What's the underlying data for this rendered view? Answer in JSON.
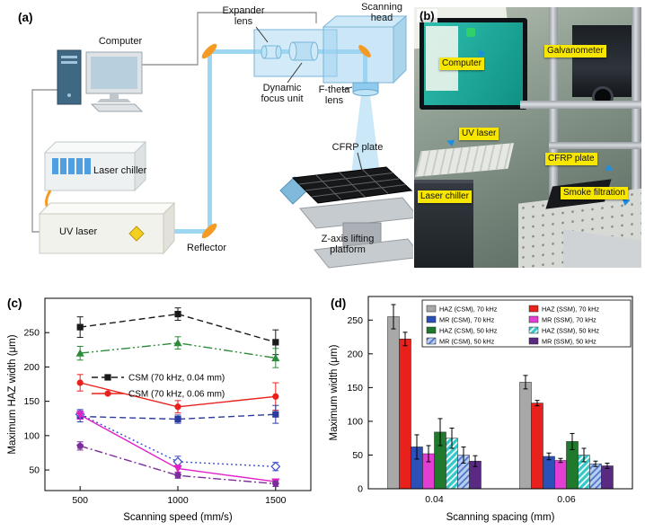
{
  "panels": {
    "a": {
      "tag": "(a)",
      "labels": {
        "computer": "Computer",
        "laser_chiller": "Laser chiller",
        "uv_laser": "UV laser",
        "reflector": "Reflector",
        "expander_lens": "Expander lens",
        "dynamic_focus_unit": "Dynamic focus unit",
        "scanning_head": "Scanning head",
        "f_theta_lens": "F-theta lens",
        "cfrp_plate": "CFRP plate",
        "z_axis_lifting_platform": "Z-axis lifting platform"
      }
    },
    "b": {
      "tag": "(b)",
      "labels": {
        "computer": "Computer",
        "galvanometer": "Galvanometer",
        "uv_laser": "UV laser",
        "cfrp_plate": "CFRP plate",
        "laser_chiller": "Laser chiller",
        "smoke_filtration": "Smoke filtration"
      }
    },
    "c": {
      "tag": "(c)"
    },
    "d": {
      "tag": "(d)"
    }
  },
  "colors": {
    "photo_label_bg": "#f7e600",
    "beam_blue": "#9ed7f2",
    "mirror_orange": "#f59a23"
  },
  "chart_data": [
    {
      "type": "line",
      "panel": "c",
      "title": "",
      "xlabel": "Scanning speed (mm/s)",
      "ylabel": "Maximum HAZ width (μm)",
      "x": [
        500,
        1000,
        1500
      ],
      "xlim": [
        320,
        1680
      ],
      "ylim": [
        20,
        300
      ],
      "yticks": [
        50,
        100,
        150,
        200,
        250
      ],
      "legend_position": "center-left-inside",
      "grid": false,
      "series": [
        {
          "label": "CSM (70 kHz, 0.04 mm)",
          "color": "#1a1a1a",
          "dash": "7 4",
          "marker": "square",
          "values": [
            258,
            277,
            236
          ],
          "errors": [
            15,
            9,
            18
          ]
        },
        {
          "label": "CSM (70 kHz, 0.06 mm)",
          "color": "#e8211d",
          "dash": "",
          "marker": "circle",
          "values": [
            177,
            142,
            157
          ],
          "errors": [
            12,
            9,
            20
          ]
        },
        {
          "color": "#2e8b3a",
          "dash": "10 3 2 3 2 3",
          "marker": "triangle-up",
          "values": [
            220,
            235,
            213
          ],
          "errors": [
            10,
            9,
            14
          ]
        },
        {
          "color": "#2b3a9e",
          "dash": "7 4",
          "marker": "square",
          "values": [
            128,
            124,
            131
          ],
          "errors": [
            8,
            6,
            13
          ]
        },
        {
          "color": "#3b4ecc",
          "dash": "2 3",
          "marker": "diamond",
          "values": [
            131,
            62,
            55
          ],
          "errors": [
            7,
            8,
            6
          ]
        },
        {
          "color": "#e121c8",
          "dash": "",
          "marker": "triangle-down",
          "values": [
            130,
            52,
            33
          ],
          "errors": [
            6,
            5,
            4
          ]
        },
        {
          "color": "#7c2d9c",
          "dash": "9 3 2 3",
          "marker": "pentagon",
          "values": [
            85,
            42,
            30
          ],
          "errors": [
            6,
            4,
            4
          ]
        }
      ]
    },
    {
      "type": "bar",
      "panel": "d",
      "title": "",
      "xlabel": "Scanning spacing (mm)",
      "ylabel": "Maximum width (μm)",
      "categories": [
        "0.04",
        "0.06"
      ],
      "ylim": [
        0,
        285
      ],
      "yticks": [
        0,
        50,
        100,
        150,
        200,
        250
      ],
      "legend_position": "top-right-inside",
      "grid": false,
      "series": [
        {
          "label": "HAZ (CSM), 70 kHz",
          "color": "#a8a8a8",
          "values": [
            255,
            158
          ],
          "errors": [
            18,
            10
          ]
        },
        {
          "label": "HAZ (SSM), 70 kHz",
          "color": "#e8211d",
          "values": [
            222,
            127
          ],
          "errors": [
            10,
            4
          ]
        },
        {
          "label": "MR (CSM), 70 kHz",
          "color": "#2b50b8",
          "values": [
            62,
            48
          ],
          "errors": [
            18,
            5
          ]
        },
        {
          "label": "MR (SSM), 70 kHz",
          "color": "#e23ed2",
          "values": [
            52,
            42
          ],
          "errors": [
            12,
            3
          ]
        },
        {
          "label": "HAZ (CSM), 50 kHz",
          "color": "#1f7a2e",
          "values": [
            84,
            70
          ],
          "errors": [
            20,
            12
          ]
        },
        {
          "label": "HAZ (SSM), 50 kHz",
          "color": "#35c8c8",
          "hatch": true,
          "hatch_line": "#ffffff",
          "values": [
            75,
            50
          ],
          "errors": [
            15,
            10
          ]
        },
        {
          "label": "MR (CSM), 50 kHz",
          "color": "#b8cdf0",
          "hatch": true,
          "hatch_line": "#4a72c8",
          "values": [
            50,
            37
          ],
          "errors": [
            12,
            4
          ]
        },
        {
          "label": "MR (SSM), 50 kHz",
          "color": "#5a2a82",
          "values": [
            41,
            34
          ],
          "errors": [
            8,
            4
          ]
        }
      ]
    }
  ]
}
